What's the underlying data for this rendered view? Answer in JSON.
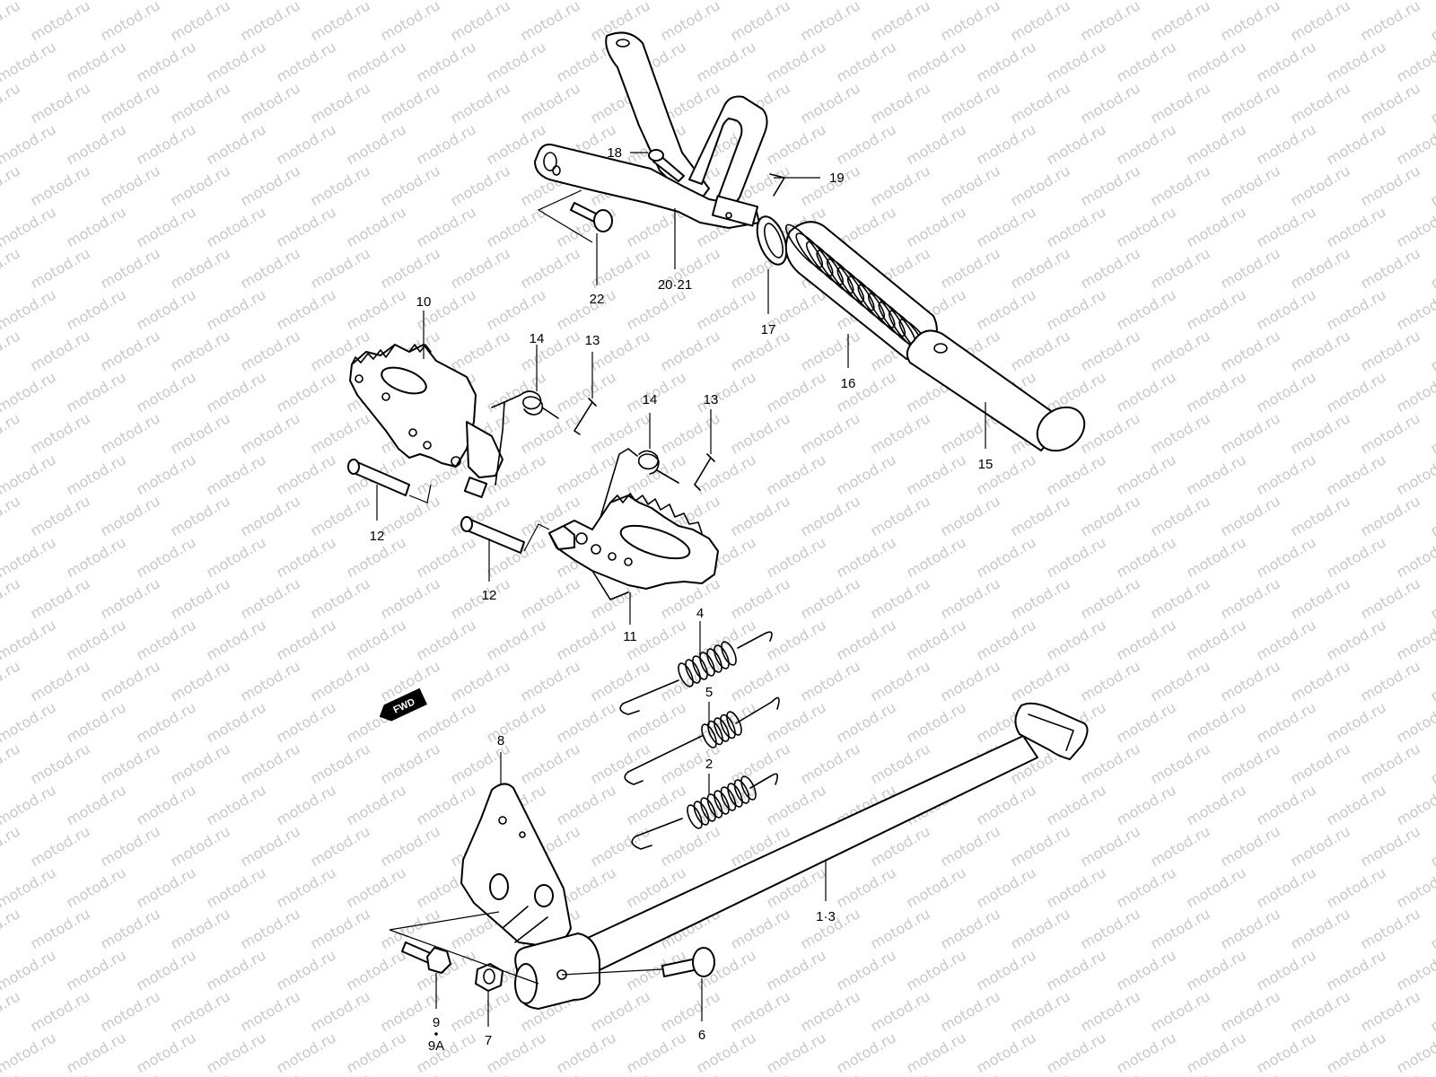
{
  "watermark": "motod.ru",
  "direction_marker": "FWD",
  "callouts": {
    "c1_3": "1·3",
    "c2": "2",
    "c4": "4",
    "c5": "5",
    "c6": "6",
    "c7": "7",
    "c8": "8",
    "c9": "9",
    "c9a": "9A",
    "c10": "10",
    "c11": "11",
    "c12a": "12",
    "c12b": "12",
    "c13a": "13",
    "c13b": "13",
    "c14a": "14",
    "c14b": "14",
    "c15": "15",
    "c16": "16",
    "c17": "17",
    "c18": "18",
    "c19": "19",
    "c20_21": "20·21",
    "c22": "22"
  }
}
